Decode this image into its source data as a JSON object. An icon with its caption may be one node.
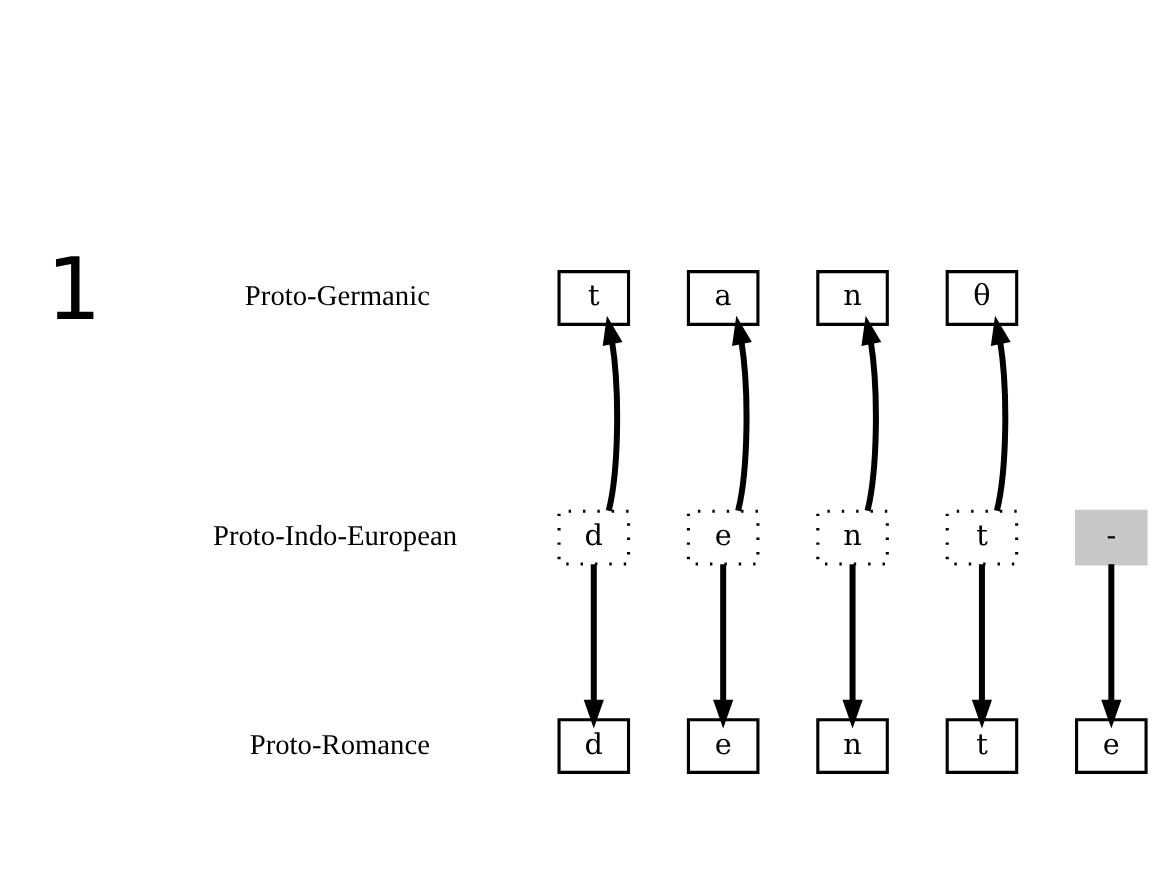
{
  "diagram": {
    "nodes": [
      {
        "text": [
          "t"
        ]
      },
      {
        "text": [
          "a"
        ]
      },
      {
        "text": [
          "n"
        ]
      },
      {
        "text": [
          "θ"
        ]
      },
      {
        "text": [
          "d"
        ]
      },
      {
        "text": [
          "e"
        ]
      },
      {
        "text": [
          "n"
        ]
      },
      {
        "text": [
          "t"
        ]
      },
      {
        "text": [
          "-"
        ]
      },
      {
        "text": [
          "d"
        ]
      },
      {
        "text": [
          "e"
        ]
      },
      {
        "text": [
          "n"
        ]
      },
      {
        "text": [
          "t"
        ]
      },
      {
        "text": [
          "e"
        ]
      }
    ],
    "edges": [
      {
        "from": 4,
        "to": 0,
        "arrow": "to"
      },
      {
        "from": 5,
        "to": 1,
        "arrow": "to"
      },
      {
        "from": 6,
        "to": 2,
        "arrow": "to"
      },
      {
        "from": 7,
        "to": 3,
        "arrow": "to"
      },
      {
        "from": 4,
        "to": 9,
        "arrow": "to"
      },
      {
        "from": 5,
        "to": 10,
        "arrow": "to"
      },
      {
        "from": 6,
        "to": 11,
        "arrow": "to"
      },
      {
        "from": 7,
        "to": 12,
        "arrow": "to"
      },
      {
        "from": 8,
        "to": 13,
        "arrow": "to"
      }
    ],
    "labels": [
      "1",
      "Proto-Germanic",
      "Proto-Indo-European",
      "Proto-Romance"
    ]
  }
}
